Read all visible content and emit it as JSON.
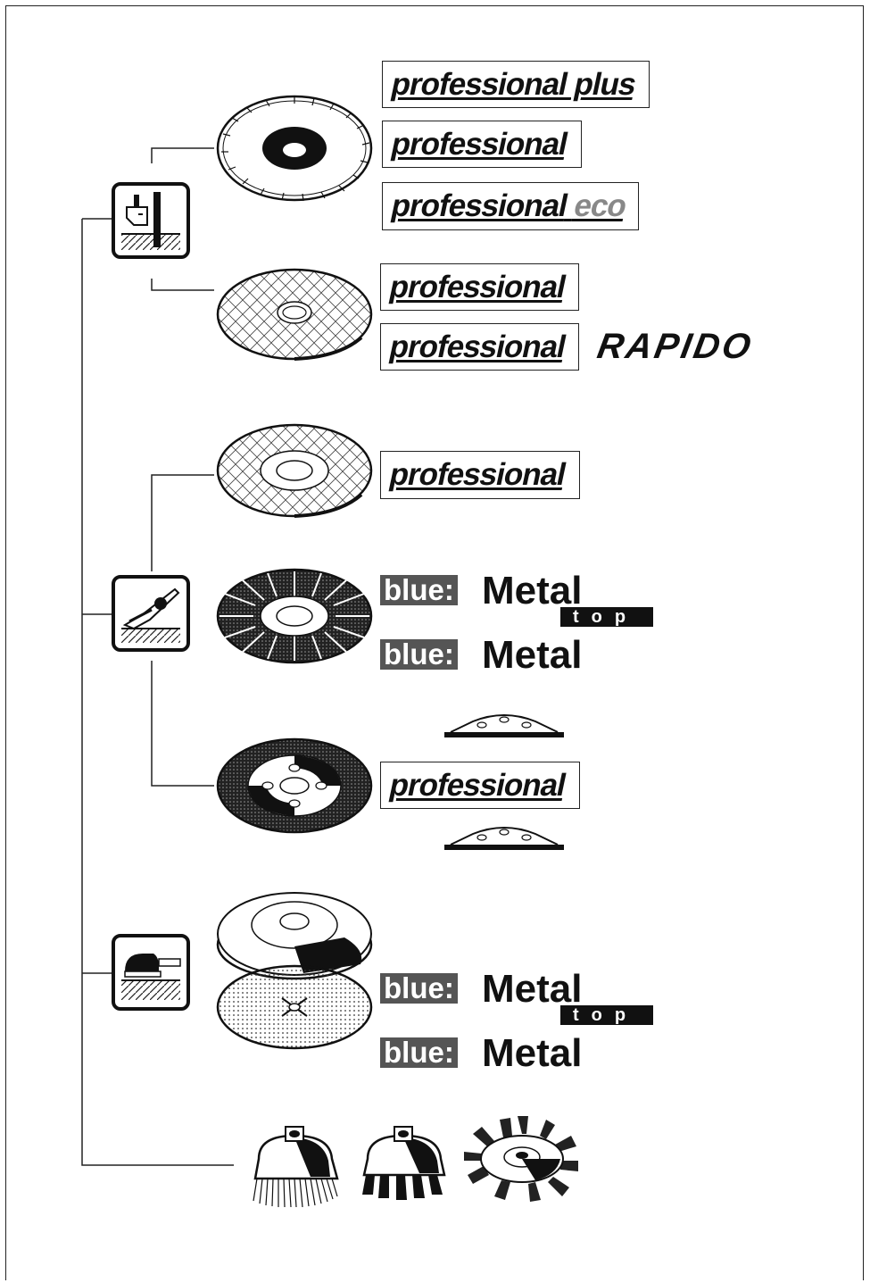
{
  "labels": {
    "professional_plus": "professional plus",
    "professional": "professional",
    "professional_eco_main": "professional",
    "professional_eco_suffix": "eco",
    "rapido": "RAPIDO",
    "blue": "blue:",
    "metal": "Metal",
    "top": "top"
  },
  "icons": {
    "tool_1": "cut-off-stand-icon",
    "tool_2": "angle-grinder-icon",
    "tool_3": "sander-icon"
  },
  "colors": {
    "ink": "#111111",
    "eco_gray": "#888888",
    "blue_bg": "#555555"
  }
}
